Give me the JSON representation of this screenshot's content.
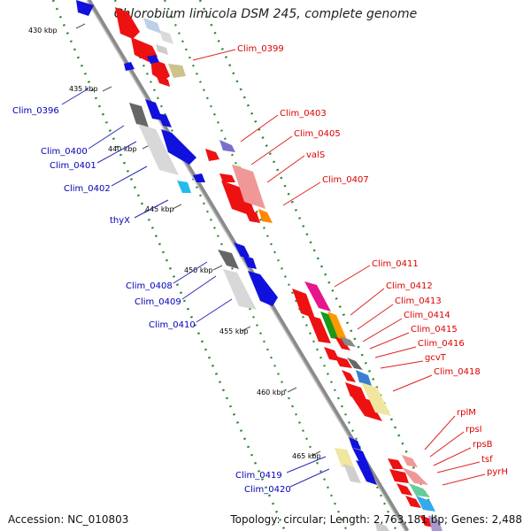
{
  "title": "Chlorobium limicola DSM 245, complete genome",
  "footer": {
    "accession": "Accession: NC_010803",
    "summary": "Topology: circular; Length: 2,763,181 bp; Genes: 2,488"
  },
  "ticks": [
    "430 kbp",
    "435 kbp",
    "440 kbp",
    "445 kbp",
    "450 kbp",
    "455 kbp",
    "460 kbp",
    "465 kbp"
  ],
  "labels_right": [
    "Clim_0399",
    "Clim_0403",
    "Clim_0405",
    "valS",
    "Clim_0407",
    "Clim_0411",
    "Clim_0412",
    "Clim_0413",
    "Clim_0414",
    "Clim_0415",
    "Clim_0416",
    "gcvT",
    "Clim_0418",
    "rplM",
    "rpsI",
    "rpsB",
    "tsf",
    "pyrH"
  ],
  "labels_left": [
    "Clim_0396",
    "Clim_0400",
    "Clim_0401",
    "Clim_0402",
    "thyX",
    "Clim_0408",
    "Clim_0409",
    "Clim_0410",
    "Clim_0419",
    "Clim_0420"
  ],
  "colors": {
    "backbone": "#888888",
    "forward_strand": "#ee0000",
    "reverse_strand": "#0000e0",
    "tick": "#228822",
    "label_right": "#dd0000",
    "label_left": "#0000b4"
  }
}
